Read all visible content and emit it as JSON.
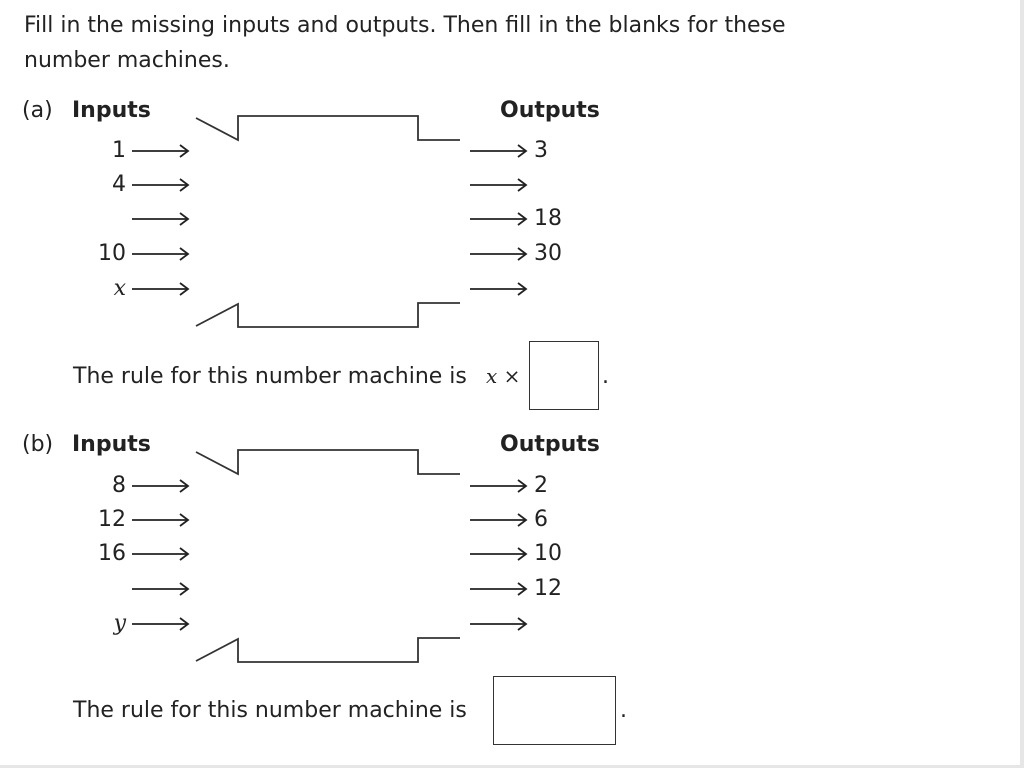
{
  "instruction": {
    "line1": "Fill in the missing inputs and outputs. Then fill in the blanks for these",
    "line2": "number machines."
  },
  "machines": [
    {
      "part": "(a)",
      "inputs_label": "Inputs",
      "outputs_label": "Outputs",
      "inputs": [
        "1",
        "4",
        "",
        "10",
        "x"
      ],
      "outputs": [
        "3",
        "",
        "18",
        "30",
        ""
      ],
      "rule_text": "The rule for this number machine is",
      "rule_prefix": "x ×",
      "rule_suffix": "."
    },
    {
      "part": "(b)",
      "inputs_label": "Inputs",
      "outputs_label": "Outputs",
      "inputs": [
        "8",
        "12",
        "16",
        "",
        "y"
      ],
      "outputs": [
        "2",
        "6",
        "10",
        "12",
        ""
      ],
      "rule_text": "The rule for this number machine is",
      "rule_prefix": "",
      "rule_suffix": "."
    }
  ]
}
